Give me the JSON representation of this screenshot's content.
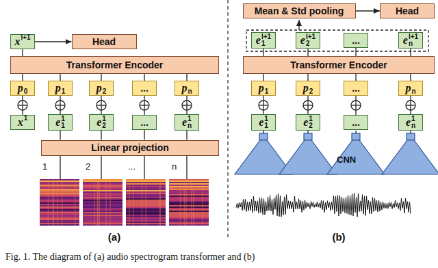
{
  "diagram": {
    "caption": "Fig. 1. The diagram of (a) audio spectrogram transformer and (b)",
    "nodes": [
      {
        "text": [
          "x",
          "l+1"
        ]
      },
      {
        "text": [
          "Head"
        ]
      },
      {
        "text": [
          "Mean & Std pooling"
        ]
      },
      {
        "text": [
          "Head"
        ]
      },
      {
        "text": [
          "e",
          "1",
          "l+1"
        ]
      },
      {
        "text": [
          "e",
          "2",
          "l+1"
        ]
      },
      {
        "text": [
          "..."
        ]
      },
      {
        "text": [
          "e",
          "n",
          "l+1"
        ]
      },
      {
        "text": [
          "Transformer Encoder"
        ]
      },
      {
        "text": [
          "Transformer Encoder"
        ]
      },
      {
        "text": [
          "p",
          "0"
        ]
      },
      {
        "text": [
          "p",
          "1"
        ]
      },
      {
        "text": [
          "p",
          "2"
        ]
      },
      {
        "text": [
          "..."
        ]
      },
      {
        "text": [
          "p",
          "n"
        ]
      },
      {
        "text": [
          "p",
          "1"
        ]
      },
      {
        "text": [
          "p",
          "2"
        ]
      },
      {
        "text": [
          "..."
        ]
      },
      {
        "text": [
          "p",
          "n"
        ]
      },
      {
        "text": [
          "x",
          "1"
        ]
      },
      {
        "text": [
          "e",
          "1",
          "1"
        ]
      },
      {
        "text": [
          "e",
          "2",
          "1"
        ]
      },
      {
        "text": [
          "..."
        ]
      },
      {
        "text": [
          "e",
          "n",
          "1"
        ]
      },
      {
        "text": [
          "e",
          "1",
          "1"
        ]
      },
      {
        "text": [
          "e",
          "2",
          "1"
        ]
      },
      {
        "text": [
          "..."
        ]
      },
      {
        "text": [
          "e",
          "n",
          "1"
        ]
      },
      {
        "text": [
          "Linear projection"
        ]
      }
    ],
    "edges": [
      {
        "from": 0,
        "to": 1,
        "arrow": "to"
      },
      {
        "from": 2,
        "to": 3,
        "arrow": "to"
      },
      {
        "from": 8,
        "to": 0,
        "arrow": "none"
      },
      {
        "from": 9,
        "to": 4,
        "arrow": "none"
      },
      {
        "from": 9,
        "to": 5,
        "arrow": "none"
      },
      {
        "from": 9,
        "to": 6,
        "arrow": "none"
      },
      {
        "from": 9,
        "to": 7,
        "arrow": "none"
      },
      {
        "from": 10,
        "to": 8,
        "arrow": "none"
      },
      {
        "from": 11,
        "to": 8,
        "arrow": "none"
      },
      {
        "from": 12,
        "to": 8,
        "arrow": "none"
      },
      {
        "from": 13,
        "to": 8,
        "arrow": "none"
      },
      {
        "from": 14,
        "to": 8,
        "arrow": "none"
      },
      {
        "from": 15,
        "to": 9,
        "arrow": "none"
      },
      {
        "from": 16,
        "to": 9,
        "arrow": "none"
      },
      {
        "from": 17,
        "to": 9,
        "arrow": "none"
      },
      {
        "from": 18,
        "to": 9,
        "arrow": "none"
      },
      {
        "from": 19,
        "to": 10,
        "arrow": "none"
      },
      {
        "from": 20,
        "to": 11,
        "arrow": "none"
      },
      {
        "from": 21,
        "to": 12,
        "arrow": "none"
      },
      {
        "from": 22,
        "to": 13,
        "arrow": "none"
      },
      {
        "from": 23,
        "to": 14,
        "arrow": "none"
      },
      {
        "from": 24,
        "to": 15,
        "arrow": "none"
      },
      {
        "from": 25,
        "to": 16,
        "arrow": "none"
      },
      {
        "from": 26,
        "to": 17,
        "arrow": "none"
      },
      {
        "from": 27,
        "to": 18,
        "arrow": "none"
      },
      {
        "from": 28,
        "to": 20,
        "arrow": "none"
      },
      {
        "from": 28,
        "to": 21,
        "arrow": "none"
      },
      {
        "from": 28,
        "to": 22,
        "arrow": "none"
      },
      {
        "from": 28,
        "to": 23,
        "arrow": "none"
      }
    ],
    "labels": [
      "1",
      "2",
      "...",
      "n",
      "CNN",
      "(a)",
      "(b)"
    ]
  }
}
